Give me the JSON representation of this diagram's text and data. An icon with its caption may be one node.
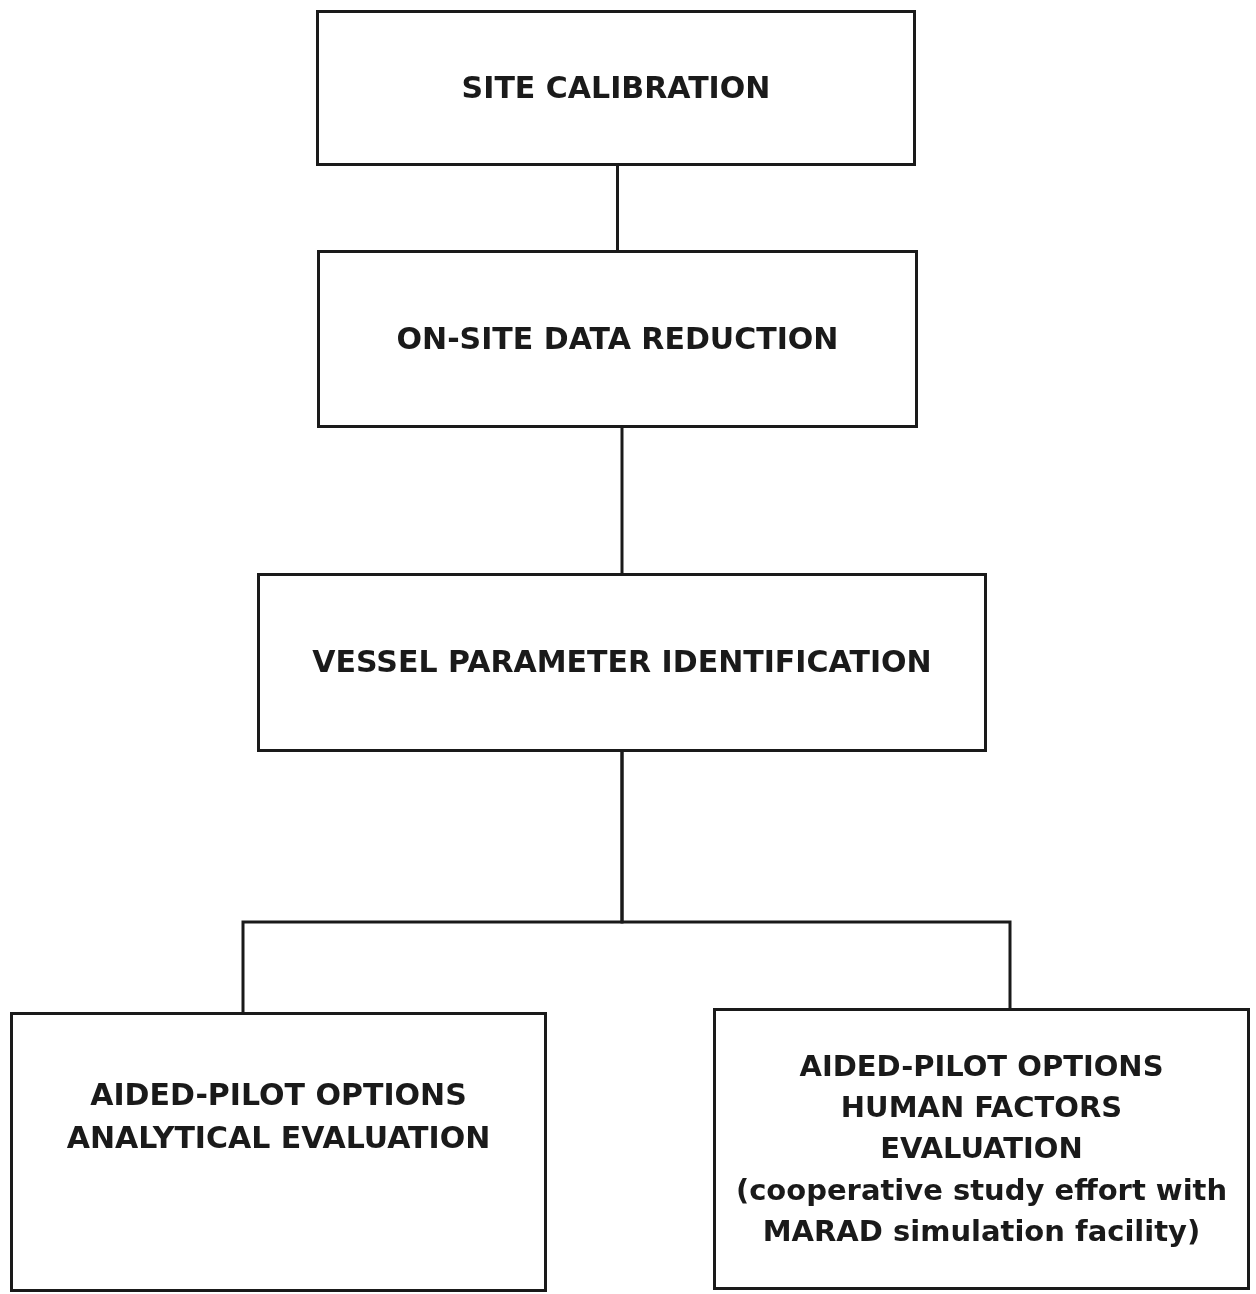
{
  "diagram": {
    "nodes": [
      {
        "text": [
          "SITE CALIBRATION"
        ]
      },
      {
        "text": [
          "ON-SITE DATA REDUCTION"
        ]
      },
      {
        "text": [
          "VESSEL PARAMETER IDENTIFICATION"
        ]
      },
      {
        "text": [
          "AIDED-PILOT OPTIONS ANALYTICAL EVALUATION"
        ]
      },
      {
        "text": [
          "AIDED-PILOT OPTIONS HUMAN FACTORS EVALUATION",
          "(cooperative study effort with MARAD simulation facility)"
        ]
      }
    ],
    "edges": [
      {
        "from": 0,
        "to": 1,
        "arrow": "none"
      },
      {
        "from": 1,
        "to": 2,
        "arrow": "none"
      },
      {
        "from": 2,
        "to": 3,
        "arrow": "none"
      },
      {
        "from": 2,
        "to": 4,
        "arrow": "none"
      }
    ]
  }
}
